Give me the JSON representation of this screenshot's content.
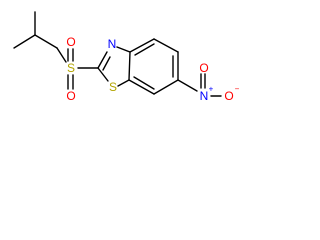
{
  "structure": {
    "atoms": {
      "sulfonyl_s": "S",
      "sulfonyl_o_top": "O",
      "sulfonyl_o_bottom": "O",
      "thiazole_n": "N",
      "thiazole_s": "S",
      "nitro_n": "N",
      "nitro_n_charge": "+",
      "nitro_o_top": "O",
      "nitro_o_right": "O",
      "nitro_o_charge": "−"
    },
    "colors": {
      "bond": "#000000",
      "sulfur": "#b2a400",
      "oxygen": "#ff0000",
      "nitrogen": "#0000ff"
    }
  }
}
